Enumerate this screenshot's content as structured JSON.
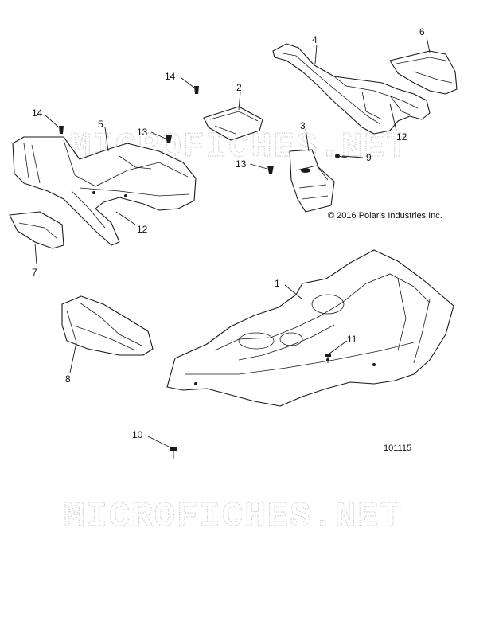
{
  "watermark": "MICROFICHES.NET",
  "copyright": "© 2016 Polaris Industries Inc.",
  "diagram_id": "101115",
  "callouts": [
    "1",
    "2",
    "3",
    "4",
    "5",
    "6",
    "7",
    "8",
    "9",
    "10",
    "11",
    "12",
    "12",
    "13",
    "13",
    "14",
    "14"
  ]
}
